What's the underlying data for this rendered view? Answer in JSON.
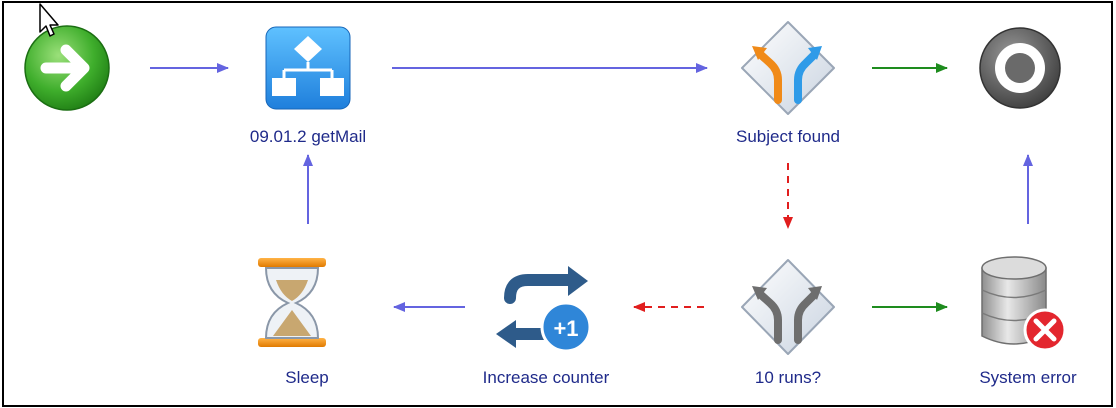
{
  "diagram": {
    "nodes": {
      "start": {
        "label": "",
        "icon": "start-arrow-icon"
      },
      "getmail": {
        "label": "09.01.2 getMail",
        "icon": "subprocess-icon"
      },
      "subject": {
        "label": "Subject found",
        "icon": "decision-icon"
      },
      "end": {
        "label": "",
        "icon": "end-target-icon"
      },
      "sleep": {
        "label": "Sleep",
        "icon": "hourglass-icon"
      },
      "counter": {
        "label": "Increase counter",
        "icon": "counter-plus-one-icon"
      },
      "runs": {
        "label": "10 runs?",
        "icon": "decision-icon"
      },
      "syserror": {
        "label": "System error",
        "icon": "database-error-icon"
      }
    },
    "edges": [
      {
        "from": "start",
        "to": "getmail",
        "style": "solid",
        "color": "#6464e0"
      },
      {
        "from": "getmail",
        "to": "subject",
        "style": "solid",
        "color": "#6464e0"
      },
      {
        "from": "subject",
        "to": "end",
        "style": "solid",
        "color": "#1e8c1e"
      },
      {
        "from": "subject",
        "to": "runs",
        "style": "dashed",
        "color": "#e11e1e"
      },
      {
        "from": "runs",
        "to": "syserror",
        "style": "solid",
        "color": "#1e8c1e"
      },
      {
        "from": "syserror",
        "to": "end",
        "style": "solid",
        "color": "#6464e0"
      },
      {
        "from": "runs",
        "to": "counter",
        "style": "dashed",
        "color": "#e11e1e"
      },
      {
        "from": "counter",
        "to": "sleep",
        "style": "solid",
        "color": "#6464e0"
      },
      {
        "from": "sleep",
        "to": "getmail",
        "style": "solid",
        "color": "#6464e0"
      }
    ]
  }
}
